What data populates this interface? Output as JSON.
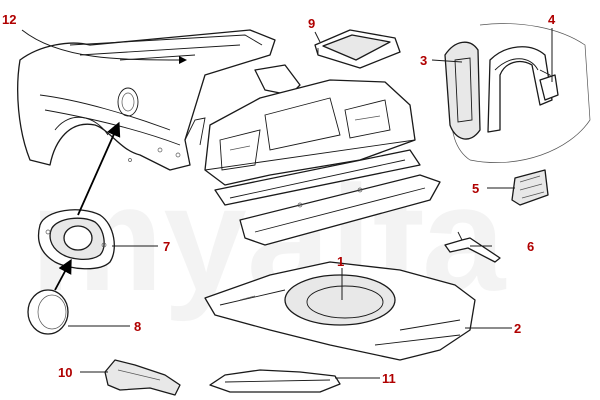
{
  "diagram": {
    "watermark": "myalfa",
    "callouts": {
      "c1": "1",
      "c2": "2",
      "c3": "3",
      "c4": "4",
      "c5": "5",
      "c6": "6",
      "c7": "7",
      "c8": "8",
      "c9": "9",
      "c10": "10",
      "c11": "11",
      "c12": "12"
    },
    "colors": {
      "callout": "#b00000",
      "line": "#1a1a1a"
    }
  }
}
